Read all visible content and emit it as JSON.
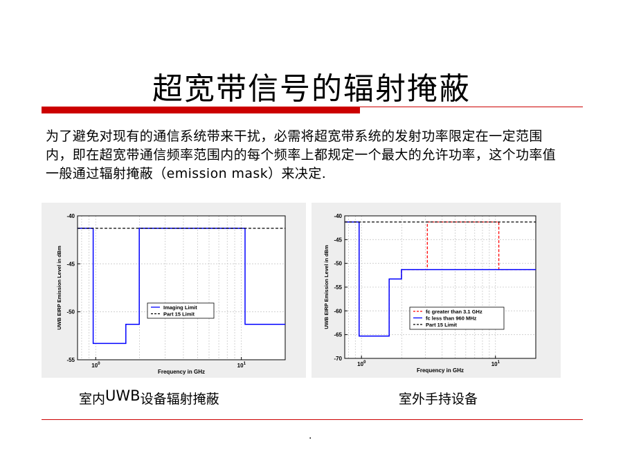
{
  "slide": {
    "title": "超宽带信号的辐射掩蔽",
    "body_before": "为了避免对现有的通信系统带来干扰，必需将超宽带系统的发射功率限定在一定范围内，即在超宽带通信频率范围内的每个频率上都规定一个最大的允许功率，这个功率值一般通过辐射掩蔽（",
    "body_term": "emission mask",
    "body_after": "）来决定.",
    "caption_left_before": "室内",
    "caption_left_term": "UWB",
    "caption_left_after": "设备辐射掩蔽",
    "caption_right": "室外手持设备",
    "footer_mark": "."
  },
  "colors": {
    "accent_red": "#cc0000",
    "series_blue": "#0000ff",
    "series_red": "#ff0000",
    "series_black": "#000000"
  },
  "chart_data": [
    {
      "type": "line",
      "title": "",
      "xlabel": "Frequency in GHz",
      "ylabel": "UWB EIRP Emission Level in dBm",
      "x_scale": "log",
      "xlim": [
        0.75,
        20
      ],
      "ylim": [
        -55,
        -40
      ],
      "x_ticks": [
        {
          "value": 1,
          "base": "10",
          "exp": "0"
        },
        {
          "value": 10,
          "base": "10",
          "exp": "1"
        }
      ],
      "y_ticks": [
        -40,
        -45,
        -50,
        -55
      ],
      "grid": true,
      "legend_position": "center",
      "series": [
        {
          "name": "Imaging Limit",
          "color": "#0000ff",
          "dash": "solid",
          "x": [
            0.75,
            0.96,
            0.96,
            1.61,
            1.61,
            1.99,
            1.99,
            10.6,
            10.6,
            20
          ],
          "y": [
            -41.3,
            -41.3,
            -53.3,
            -53.3,
            -51.3,
            -51.3,
            -41.3,
            -41.3,
            -51.3,
            -51.3
          ]
        },
        {
          "name": "Part 15 Limit",
          "color": "#000000",
          "dash": "dashed",
          "x": [
            0.75,
            20
          ],
          "y": [
            -41.3,
            -41.3
          ]
        }
      ]
    },
    {
      "type": "line",
      "title": "",
      "xlabel": "Frequency in GHz",
      "ylabel": "UWB EIRP Emission Level in dBm",
      "x_scale": "log",
      "xlim": [
        0.75,
        20
      ],
      "ylim": [
        -70,
        -40
      ],
      "x_ticks": [
        {
          "value": 1,
          "base": "10",
          "exp": "0"
        },
        {
          "value": 10,
          "base": "10",
          "exp": "1"
        }
      ],
      "y_ticks": [
        -40,
        -45,
        -50,
        -55,
        -60,
        -65,
        -70
      ],
      "grid": true,
      "legend_position": "lower-center",
      "series": [
        {
          "name": "fc greater than 3.1 GHz",
          "color": "#ff0000",
          "dash": "dashed",
          "x": [
            0.75,
            0.96,
            0.96,
            1.61,
            1.61,
            1.99,
            1.99,
            3.1,
            3.1,
            10.6,
            10.6,
            20
          ],
          "y": [
            -41.3,
            -41.3,
            -65.3,
            -65.3,
            -53.3,
            -53.3,
            -51.3,
            -51.3,
            -41.3,
            -41.3,
            -51.3,
            -51.3
          ]
        },
        {
          "name": "fc less than 960 MHz",
          "color": "#0000ff",
          "dash": "solid",
          "x": [
            0.75,
            0.96,
            0.96,
            1.61,
            1.61,
            1.99,
            1.99,
            20
          ],
          "y": [
            -41.3,
            -41.3,
            -65.3,
            -65.3,
            -53.3,
            -53.3,
            -51.3,
            -51.3
          ]
        },
        {
          "name": "Part 15 Limit",
          "color": "#000000",
          "dash": "dashed",
          "x": [
            0.75,
            20
          ],
          "y": [
            -41.3,
            -41.3
          ]
        }
      ]
    }
  ]
}
